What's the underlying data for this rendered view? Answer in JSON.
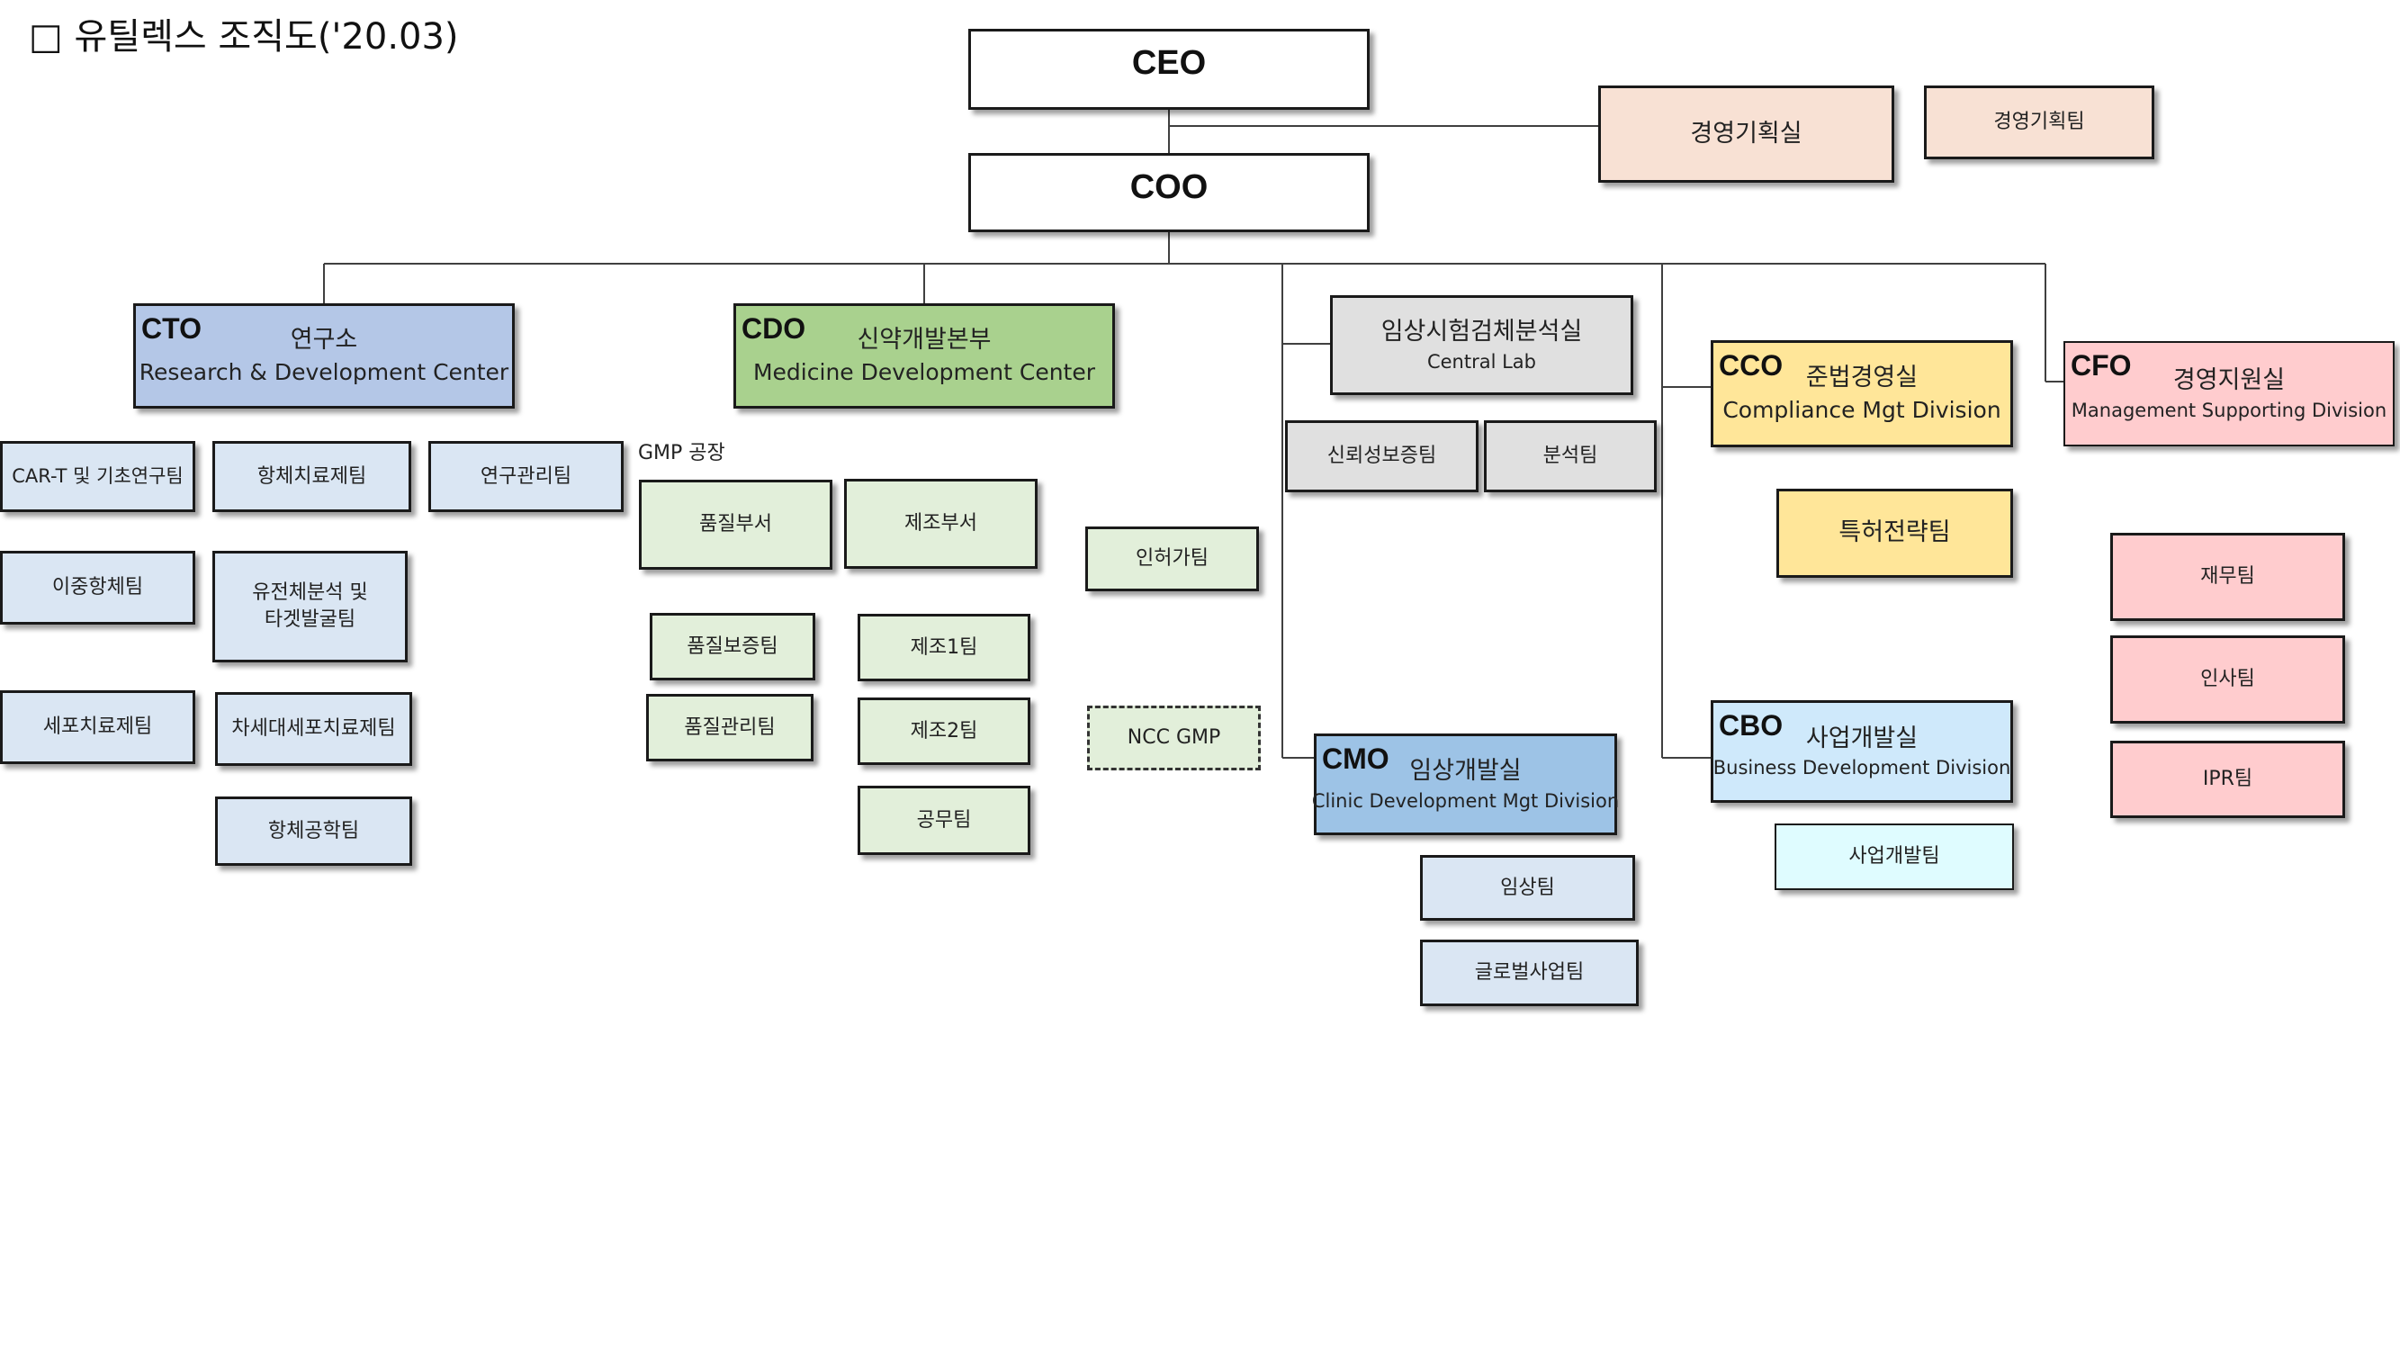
{
  "title": "□ 유틸렉스 조직도('20.03)",
  "colors": {
    "cto": "#b4c7e7",
    "cto_team": "#dae6f3",
    "cdo": "#a9d18e",
    "cdo_team": "#e2efda",
    "lab": "#e0e0e0",
    "mgmt_plan": "#f8e1d4",
    "cco": "#ffe699",
    "cfo": "#ffccce",
    "cbo": "#cfe9fb",
    "cbo_team": "#dffcff",
    "cmo": "#9dc3e6",
    "line": "#404040"
  },
  "top": {
    "ceo": "CEO",
    "coo": "COO",
    "mgmt_office": "경영기획실",
    "mgmt_team": "경영기획팀"
  },
  "cto": {
    "tag": "CTO",
    "name": "연구소",
    "name_en": "Research & Development Center",
    "teams": {
      "cart": "CAR-T 및 기초연구팀",
      "antibody": "항체치료제팀",
      "research_mgmt": "연구관리팀",
      "bispecific": "이중항체팀",
      "genome_1": "유전체분석 및",
      "genome_2": "타겟발굴팀",
      "cell": "세포치료제팀",
      "nextgen_cell": "차세대세포치료제팀",
      "antibody_eng": "항체공학팀"
    }
  },
  "cdo": {
    "tag": "CDO",
    "name": "신약개발본부",
    "name_en": "Medicine Development Center",
    "gmp_label": "GMP 공장",
    "teams": {
      "quality_dept": "품질부서",
      "mfg_dept": "제조부서",
      "license": "인허가팀",
      "qa": "품질보증팀",
      "qc": "품질관리팀",
      "mfg1": "제조1팀",
      "mfg2": "제조2팀",
      "engineering": "공무팀",
      "ncc_gmp": "NCC GMP"
    }
  },
  "lab": {
    "name": "임상시험검체분석실",
    "name_en": "Central Lab",
    "teams": {
      "reliability": "신뢰성보증팀",
      "analysis": "분석팀"
    }
  },
  "cmo": {
    "tag": "CMO",
    "name": "임상개발실",
    "name_en": "Clinic Development Mgt Division",
    "teams": {
      "clinical": "임상팀",
      "global": "글로벌사업팀"
    }
  },
  "cco": {
    "tag": "CCO",
    "name": "준법경영실",
    "name_en": "Compliance Mgt Division",
    "teams": {
      "patent": "특허전략팀"
    }
  },
  "cbo": {
    "tag": "CBO",
    "name": "사업개발실",
    "name_en": "Business Development Division",
    "teams": {
      "bizdev": "사업개발팀"
    }
  },
  "cfo": {
    "tag": "CFO",
    "name": "경영지원실",
    "name_en": "Management Supporting Division",
    "teams": {
      "finance": "재무팀",
      "hr": "인사팀",
      "ipr": "IPR팀"
    }
  }
}
